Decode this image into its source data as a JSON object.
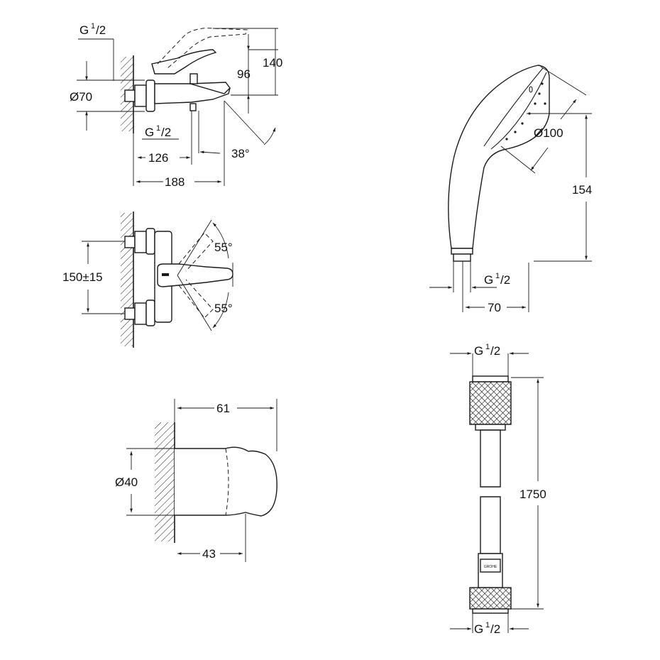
{
  "mixer_side": {
    "thread_top": {
      "g": "G",
      "sup": "1",
      "sub": "/2"
    },
    "dia70": "Ø70",
    "d96": "96",
    "d140": "140",
    "thread_bottom": {
      "g": "G",
      "sup": "1",
      "sub": "/2"
    },
    "d126": "126",
    "d38": "38°",
    "d188": "188"
  },
  "mixer_top": {
    "d150": "150±15",
    "a55_top": "55°",
    "a55_bottom": "55°"
  },
  "holder": {
    "d61": "61",
    "dia40": "Ø40",
    "d43": "43"
  },
  "hand_shower": {
    "dia100": "Ø100",
    "d154": "154",
    "thread": {
      "g": "G",
      "sup": "1",
      "sub": "/2"
    },
    "d70": "70"
  },
  "hose": {
    "thread_top": {
      "g": "G",
      "sup": "1",
      "sub": "/2"
    },
    "d1750": "1750",
    "brand_mark": "GROHE",
    "thread_bottom": {
      "g": "G",
      "sup": "1",
      "sub": "/2"
    }
  }
}
